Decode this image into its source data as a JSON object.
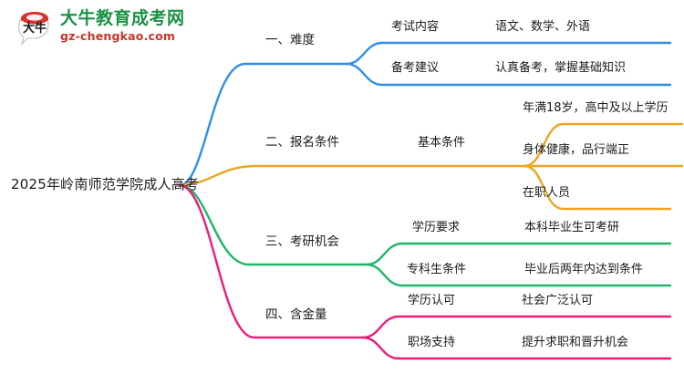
{
  "logo": {
    "icon": "daniu-bull-logo-icon",
    "name_cn": "大牛教育成考网",
    "name_en": "gz-chengkao.com",
    "color_cn": "#1a9245",
    "color_en": "#c8352b"
  },
  "mindmap": {
    "root": {
      "label": "2025年岭南师范学院成人高考"
    },
    "branches": [
      {
        "id": "branch-difficulty",
        "label": "一、难度",
        "color": "#2f8fe8",
        "children": [
          {
            "label": "考试内容",
            "leaves": [
              {
                "label": "语文、数学、外语"
              }
            ]
          },
          {
            "label": "备考建议",
            "leaves": [
              {
                "label": "认真备考，掌握基础知识"
              }
            ]
          }
        ]
      },
      {
        "id": "branch-requirements",
        "label": "二、报名条件",
        "color": "#efa521",
        "children": [
          {
            "label": "基本条件",
            "leaves": [
              {
                "label": "年满18岁，高中及以上学历"
              },
              {
                "label": "身体健康，品行端正"
              },
              {
                "label": "在职人员"
              }
            ]
          }
        ]
      },
      {
        "id": "branch-postgrad",
        "label": "三、考研机会",
        "color": "#1fb767",
        "children": [
          {
            "label": "学历要求",
            "leaves": [
              {
                "label": "本科毕业生可考研"
              }
            ]
          },
          {
            "label": "专科生条件",
            "leaves": [
              {
                "label": "毕业后两年内达到条件"
              }
            ]
          }
        ]
      },
      {
        "id": "branch-value",
        "label": "四、含金量",
        "color": "#ec1c78",
        "children": [
          {
            "label": "学历认可",
            "leaves": [
              {
                "label": "社会广泛认可"
              }
            ]
          },
          {
            "label": "职场支持",
            "leaves": [
              {
                "label": "提升求职和晋升机会"
              }
            ]
          }
        ]
      }
    ]
  }
}
